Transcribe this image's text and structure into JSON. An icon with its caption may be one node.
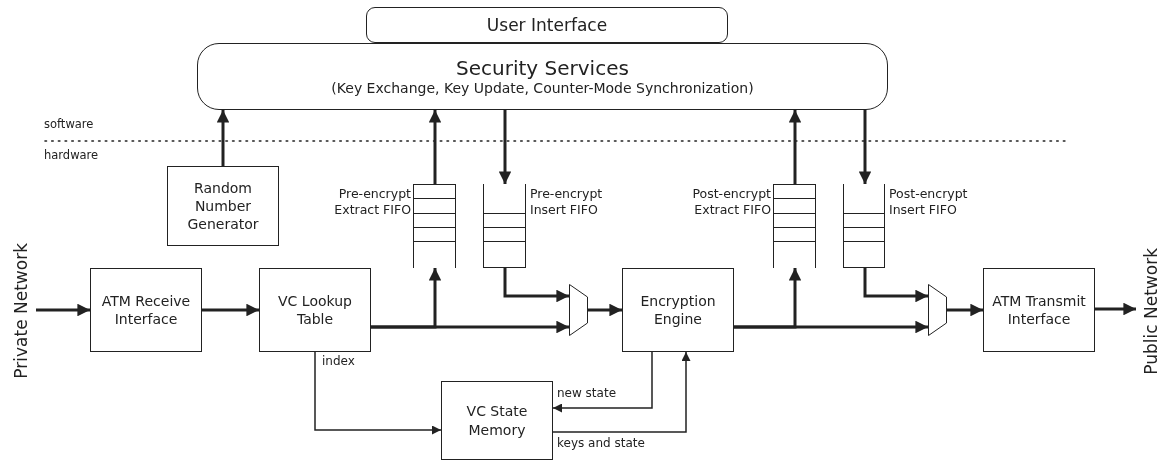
{
  "diagram": {
    "nodes": [
      {
        "text": [
          "User Interface"
        ]
      },
      {
        "text": [
          "Security Services",
          "(Key Exchange, Key Update, Counter-Mode Synchronization)"
        ]
      },
      {
        "text": [
          "Random Number Generator"
        ]
      },
      {
        "text": [
          "Pre-encrypt Extract FIFO"
        ]
      },
      {
        "text": [
          "Pre-encrypt Insert FIFO"
        ]
      },
      {
        "text": [
          "Post-encrypt Extract FIFO"
        ]
      },
      {
        "text": [
          "Post-encrypt Insert FIFO"
        ]
      },
      {
        "text": [
          "Private Network"
        ]
      },
      {
        "text": [
          "ATM Receive Interface"
        ]
      },
      {
        "text": [
          "VC Lookup Table"
        ]
      },
      {
        "text": [],
        "shape": "trapezoid"
      },
      {
        "text": [
          "Encryption Engine"
        ]
      },
      {
        "text": [],
        "shape": "trapezoid"
      },
      {
        "text": [
          "ATM Transmit Interface"
        ]
      },
      {
        "text": [
          "Public Network"
        ]
      },
      {
        "text": [
          "VC State Memory"
        ]
      }
    ],
    "edges": [
      {
        "from": 2,
        "to": 1,
        "arrow": "to"
      },
      {
        "from": 3,
        "to": 1,
        "arrow": "to"
      },
      {
        "from": 1,
        "to": 4,
        "arrow": "to"
      },
      {
        "from": 5,
        "to": 1,
        "arrow": "to"
      },
      {
        "from": 1,
        "to": 6,
        "arrow": "to"
      },
      {
        "from": 7,
        "to": 8,
        "arrow": "to"
      },
      {
        "from": 8,
        "to": 9,
        "arrow": "to"
      },
      {
        "from": 9,
        "to": 10,
        "arrow": "to"
      },
      {
        "from": 9,
        "to": 3,
        "arrow": "to"
      },
      {
        "from": 4,
        "to": 10,
        "arrow": "to"
      },
      {
        "from": 10,
        "to": 11,
        "arrow": "to"
      },
      {
        "from": 11,
        "to": 12,
        "arrow": "to"
      },
      {
        "from": 11,
        "to": 5,
        "arrow": "to"
      },
      {
        "from": 6,
        "to": 12,
        "arrow": "to"
      },
      {
        "from": 12,
        "to": 13,
        "arrow": "to"
      },
      {
        "from": 13,
        "to": 14,
        "arrow": "to"
      },
      {
        "from": 9,
        "to": 15,
        "arrow": "to",
        "label": "index"
      },
      {
        "from": 11,
        "to": 15,
        "arrow": "to",
        "label": "new state"
      },
      {
        "from": 15,
        "to": 11,
        "arrow": "to",
        "label": "keys and state"
      }
    ],
    "labels": [
      "software",
      "hardware"
    ]
  }
}
